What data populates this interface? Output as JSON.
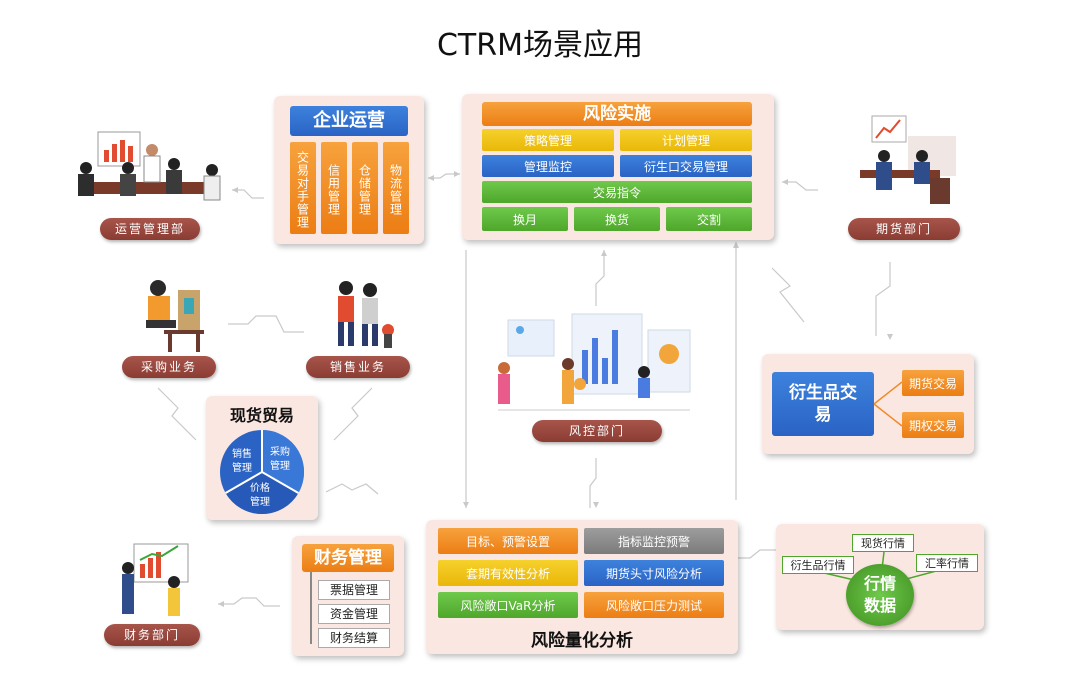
{
  "title": "CTRM场景应用",
  "enterprise_ops": {
    "header": "企业运营",
    "columns": [
      "交易对手管理",
      "信用管理",
      "仓储管理",
      "物流管理"
    ]
  },
  "risk_impl": {
    "header": "风险实施",
    "row1": [
      "策略管理",
      "计划管理"
    ],
    "row2": [
      "管理监控",
      "衍生口交易管理"
    ],
    "row3": "交易指令",
    "row4": [
      "换月",
      "换货",
      "交割"
    ]
  },
  "departments": {
    "ops": "运营管理部",
    "futures": "期货部门",
    "purchase": "采购业务",
    "sales": "销售业务",
    "risk": "风控部门",
    "finance": "财务部门"
  },
  "derivatives": {
    "header": "衍生品交易",
    "items": [
      "期货交易",
      "期权交易"
    ]
  },
  "spot_trade": {
    "header": "现货贸易",
    "slices": [
      "销售管理",
      "采购管理",
      "价格管理"
    ]
  },
  "finance_mgmt": {
    "header": "财务管理",
    "items": [
      "票据管理",
      "资金管理",
      "财务结算"
    ]
  },
  "quant": {
    "footer": "风险量化分析",
    "left": [
      "目标、预警设置",
      "套期有效性分析",
      "风险敞口VaR分析"
    ],
    "right": [
      "指标监控预警",
      "期货头寸风险分析",
      "风险敞口压力测试"
    ]
  },
  "market_data": {
    "center": "行情数据",
    "items": [
      "现货行情",
      "衍生品行情",
      "汇率行情"
    ]
  },
  "colors": {
    "blue": "#2a63c4",
    "orange": "#ec7d14",
    "yellow": "#e9b709",
    "green": "#4ea72b",
    "gray": "#7b7b7b",
    "dept": "#8a3c33",
    "card": "#fbe7e1"
  }
}
